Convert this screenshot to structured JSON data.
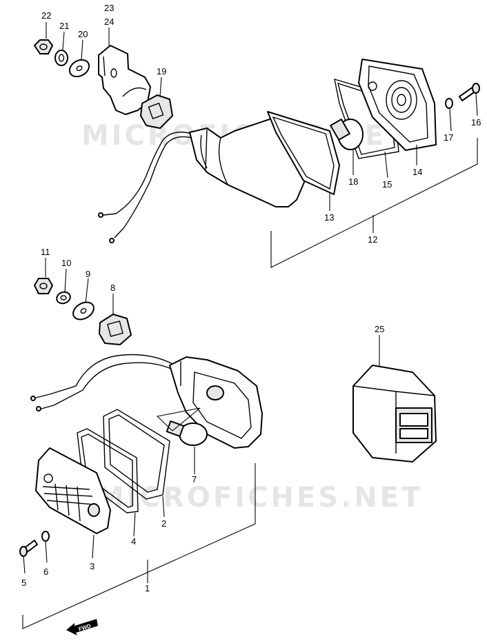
{
  "watermark_text": "MICROFICHES.NET",
  "fwd_label": "FWD",
  "colors": {
    "ink": "#000000",
    "paper": "#ffffff",
    "watermark": "#d0d0d0"
  },
  "callouts": {
    "p1": "1",
    "p2": "2",
    "p3": "3",
    "p4": "4",
    "p5": "5",
    "p6": "6",
    "p7": "7",
    "p8": "8",
    "p9": "9",
    "p10": "10",
    "p11": "11",
    "p12": "12",
    "p13": "13",
    "p14": "14",
    "p15": "15",
    "p16": "16",
    "p17": "17",
    "p18": "18",
    "p19": "19",
    "p20": "20",
    "p21": "21",
    "p22": "22",
    "p23": "23",
    "p24": "24",
    "p25": "25"
  }
}
